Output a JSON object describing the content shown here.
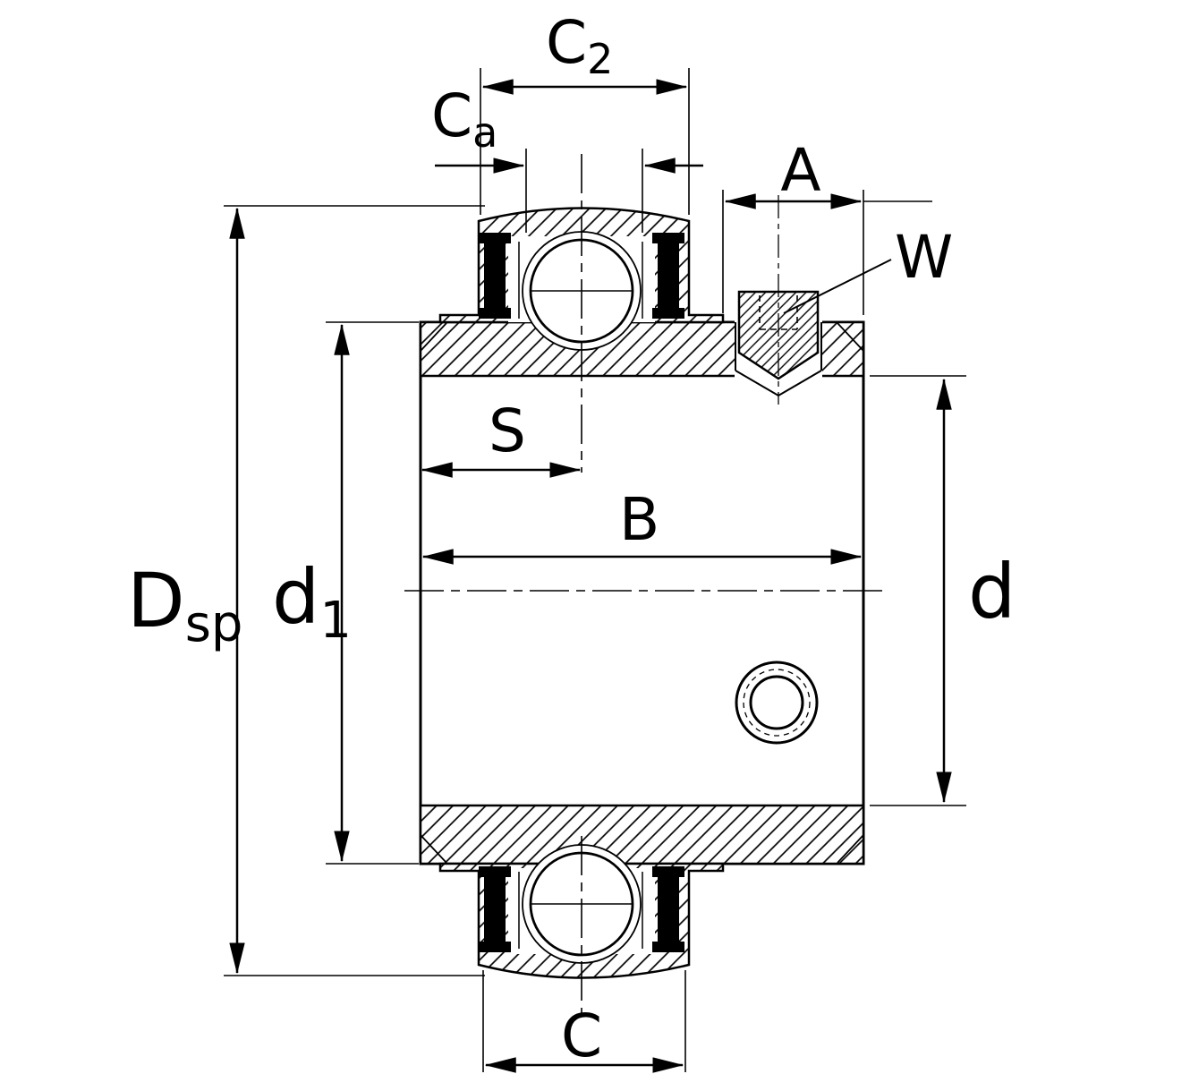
{
  "drawing": {
    "kind": "bearing-dimension-drawing",
    "background_color": "#ffffff",
    "line_color": "#000000"
  },
  "dimensions": {
    "c2": {
      "base": "C",
      "sub": "2"
    },
    "ca": {
      "base": "C",
      "sub": "a"
    },
    "a": {
      "base": "A"
    },
    "w": {
      "base": "W"
    },
    "s": {
      "base": "S"
    },
    "b": {
      "base": "B"
    },
    "dsp": {
      "base": "D",
      "sub": "sp"
    },
    "d1": {
      "base": "d",
      "sub": "1"
    },
    "d": {
      "base": "d"
    },
    "c": {
      "base": "C"
    }
  }
}
